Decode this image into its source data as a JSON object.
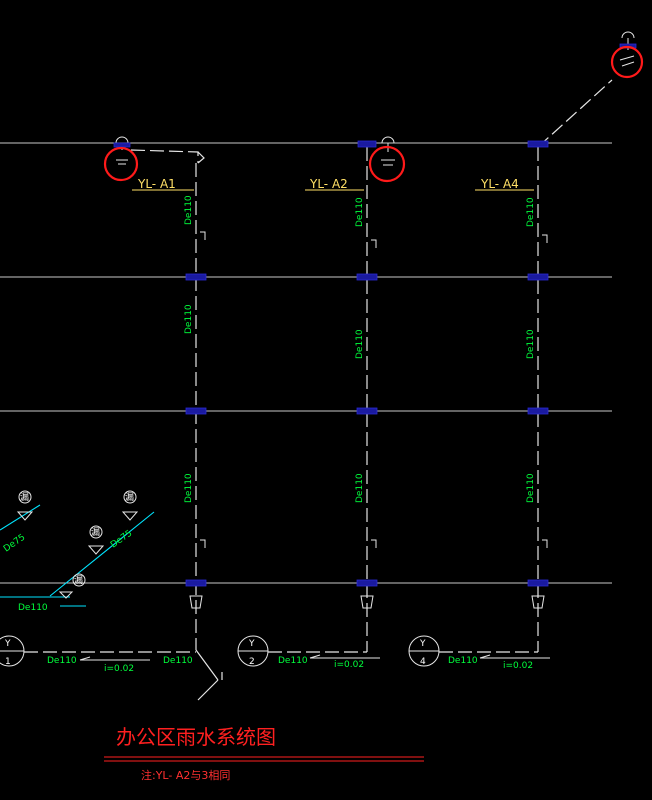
{
  "drawing": {
    "title": "办公区雨水系统图",
    "note": "注:YL- A2与3相同"
  },
  "risers": [
    {
      "tag": "YL- A1",
      "sizes": [
        "De110",
        "De110",
        "De110"
      ],
      "drain_label": "Y",
      "drain_num": "1",
      "outlet_size": "De110",
      "slope": "i=0.02",
      "extra_size": "De110"
    },
    {
      "tag": "YL- A2",
      "sizes": [
        "De110",
        "De110",
        "De110"
      ],
      "drain_label": "Y",
      "drain_num": "2",
      "outlet_size": "De110",
      "slope": "i=0.02"
    },
    {
      "tag": "YL- A4",
      "sizes": [
        "De110",
        "De110",
        "De110"
      ],
      "drain_label": "Y",
      "drain_num": "4",
      "outlet_size": "De110",
      "slope": "i=0.02"
    }
  ],
  "branch": {
    "labels": [
      "De75",
      "De75",
      "De110"
    ],
    "fixture_marks": [
      "漏",
      "漏",
      "漏",
      "漏"
    ]
  },
  "colors": {
    "background": "#000000",
    "pipe": "#e6e6e6",
    "size_label": "#00ff3c",
    "riser_tag": "#ffe066",
    "highlight": "#ff1a1a",
    "branch": "#00e5ff",
    "title": "#ff2020"
  }
}
